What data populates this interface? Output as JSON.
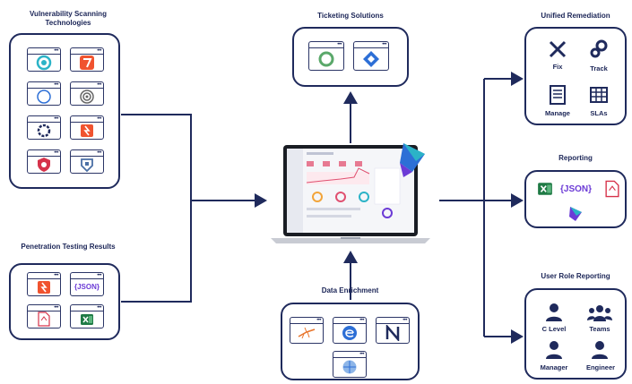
{
  "titles": {
    "vulnerability_scanning": "Vulnerability Scanning Technologies",
    "penetration_testing": "Penetration Testing Results",
    "ticketing": "Ticketing Solutions",
    "data_enrichment": "Data Enrichment",
    "unified_remediation": "Unified Remediation",
    "reporting": "Reporting",
    "user_role_reporting": "User Role Reporting"
  },
  "window_dots": "•••",
  "remediation": {
    "fix": "Fix",
    "track": "Track",
    "manage": "Manage",
    "slas": "SLAs"
  },
  "pentest": {
    "json_badge": "{JSON}"
  },
  "reporting": {
    "json_badge": "{JSON}"
  },
  "roles": {
    "c_level": "C Level",
    "teams": "Teams",
    "manager": "Manager",
    "engineer": "Engineer"
  },
  "colors": {
    "navy": "#1f2a5c",
    "teal": "#2bb3c7",
    "orange": "#f0532f",
    "green": "#1f7a45",
    "blue": "#2d6fd6",
    "purple": "#6c3bd6"
  }
}
